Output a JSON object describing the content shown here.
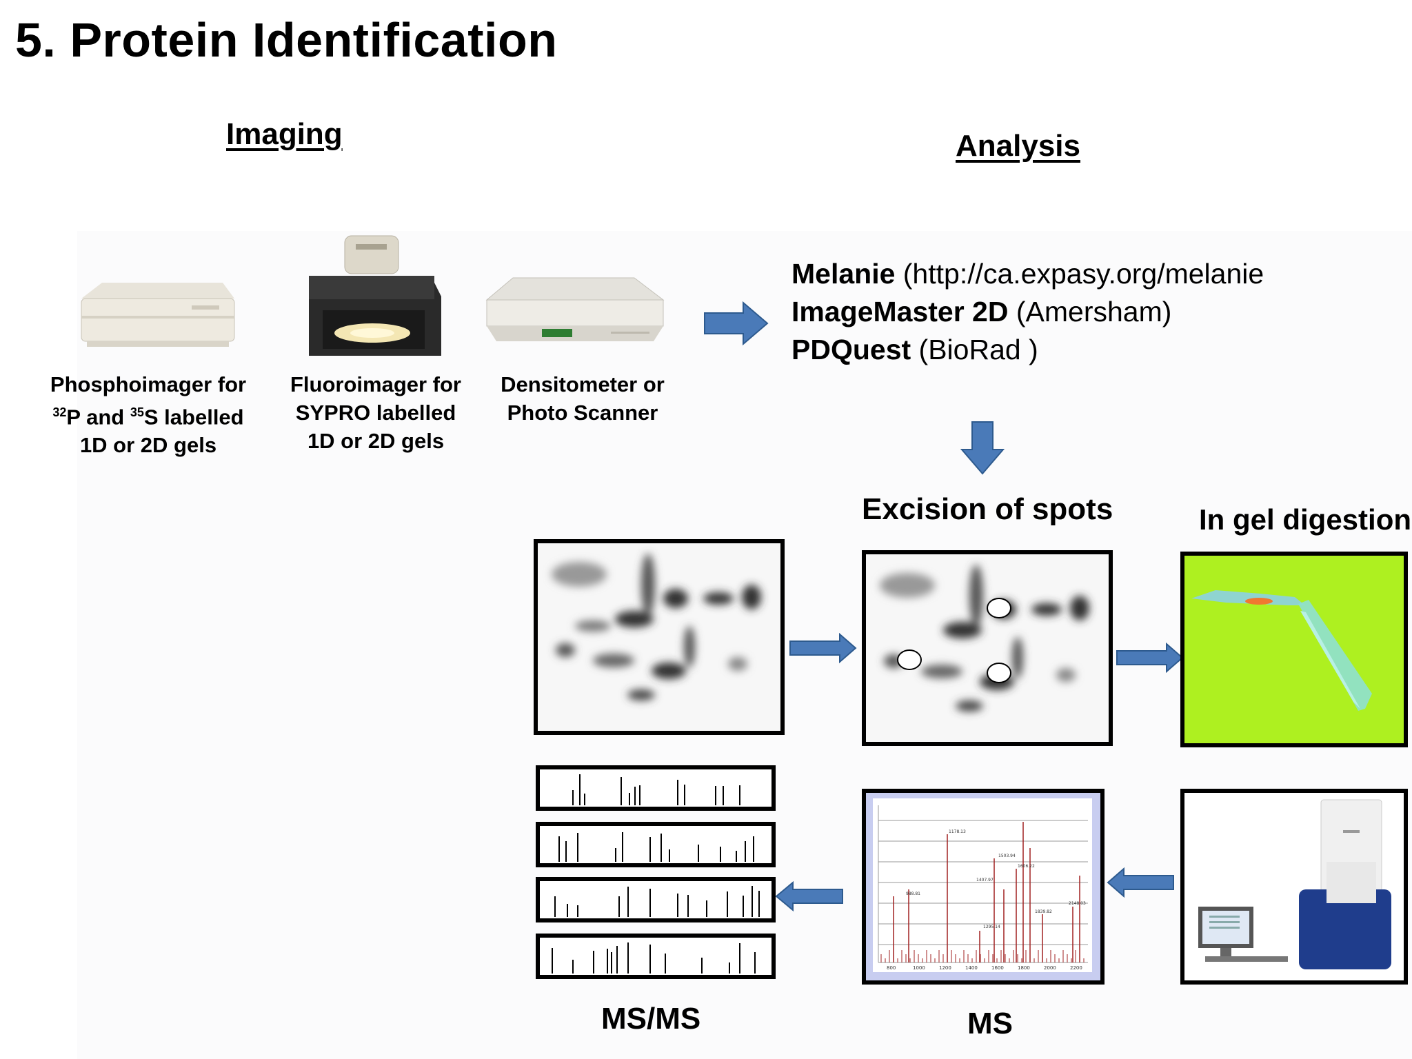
{
  "title": "5. Protein Identification",
  "imaging": {
    "heading": "Imaging",
    "devices": [
      {
        "name": "phosphoimager",
        "lines": [
          "Phosphoimager for",
          "P and",
          "S labelled",
          "1D or 2D gels"
        ],
        "sup1": "32",
        "sup2": "35"
      },
      {
        "name": "fluoroimager",
        "lines": [
          "Fluoroimager for",
          "SYPRO labelled",
          "1D or 2D gels"
        ]
      },
      {
        "name": "densitometer",
        "lines": [
          "Densitometer or",
          "Photo Scanner"
        ]
      }
    ]
  },
  "analysis": {
    "heading": "Analysis",
    "tools": [
      {
        "name": "Melanie",
        "detail": " (http://ca.expasy.org/melanie"
      },
      {
        "name": "ImageMaster 2D",
        "detail": " (Amersham)"
      },
      {
        "name": "PDQuest",
        "detail": " (BioRad )"
      }
    ]
  },
  "steps": {
    "excision": "Excision of spots",
    "digestion": "In gel digestion",
    "ms": "MS",
    "msms": "MS/MS"
  },
  "ms_spectrum": {
    "peak_labels": [
      "1178.13",
      "1503.94",
      "1606.22",
      "1407.97",
      "1295.14",
      "988.81",
      "2148.03",
      "1839.82"
    ],
    "x_ticks": [
      "800",
      "1000",
      "1200",
      "1400",
      "1600",
      "1800",
      "2000",
      "2200"
    ]
  },
  "colors": {
    "arrow": "#4a7ab8",
    "arrow_border": "#2d5a8e",
    "digestion_bg": "#aef020",
    "spectrum_frame": "#c8cdf0"
  }
}
